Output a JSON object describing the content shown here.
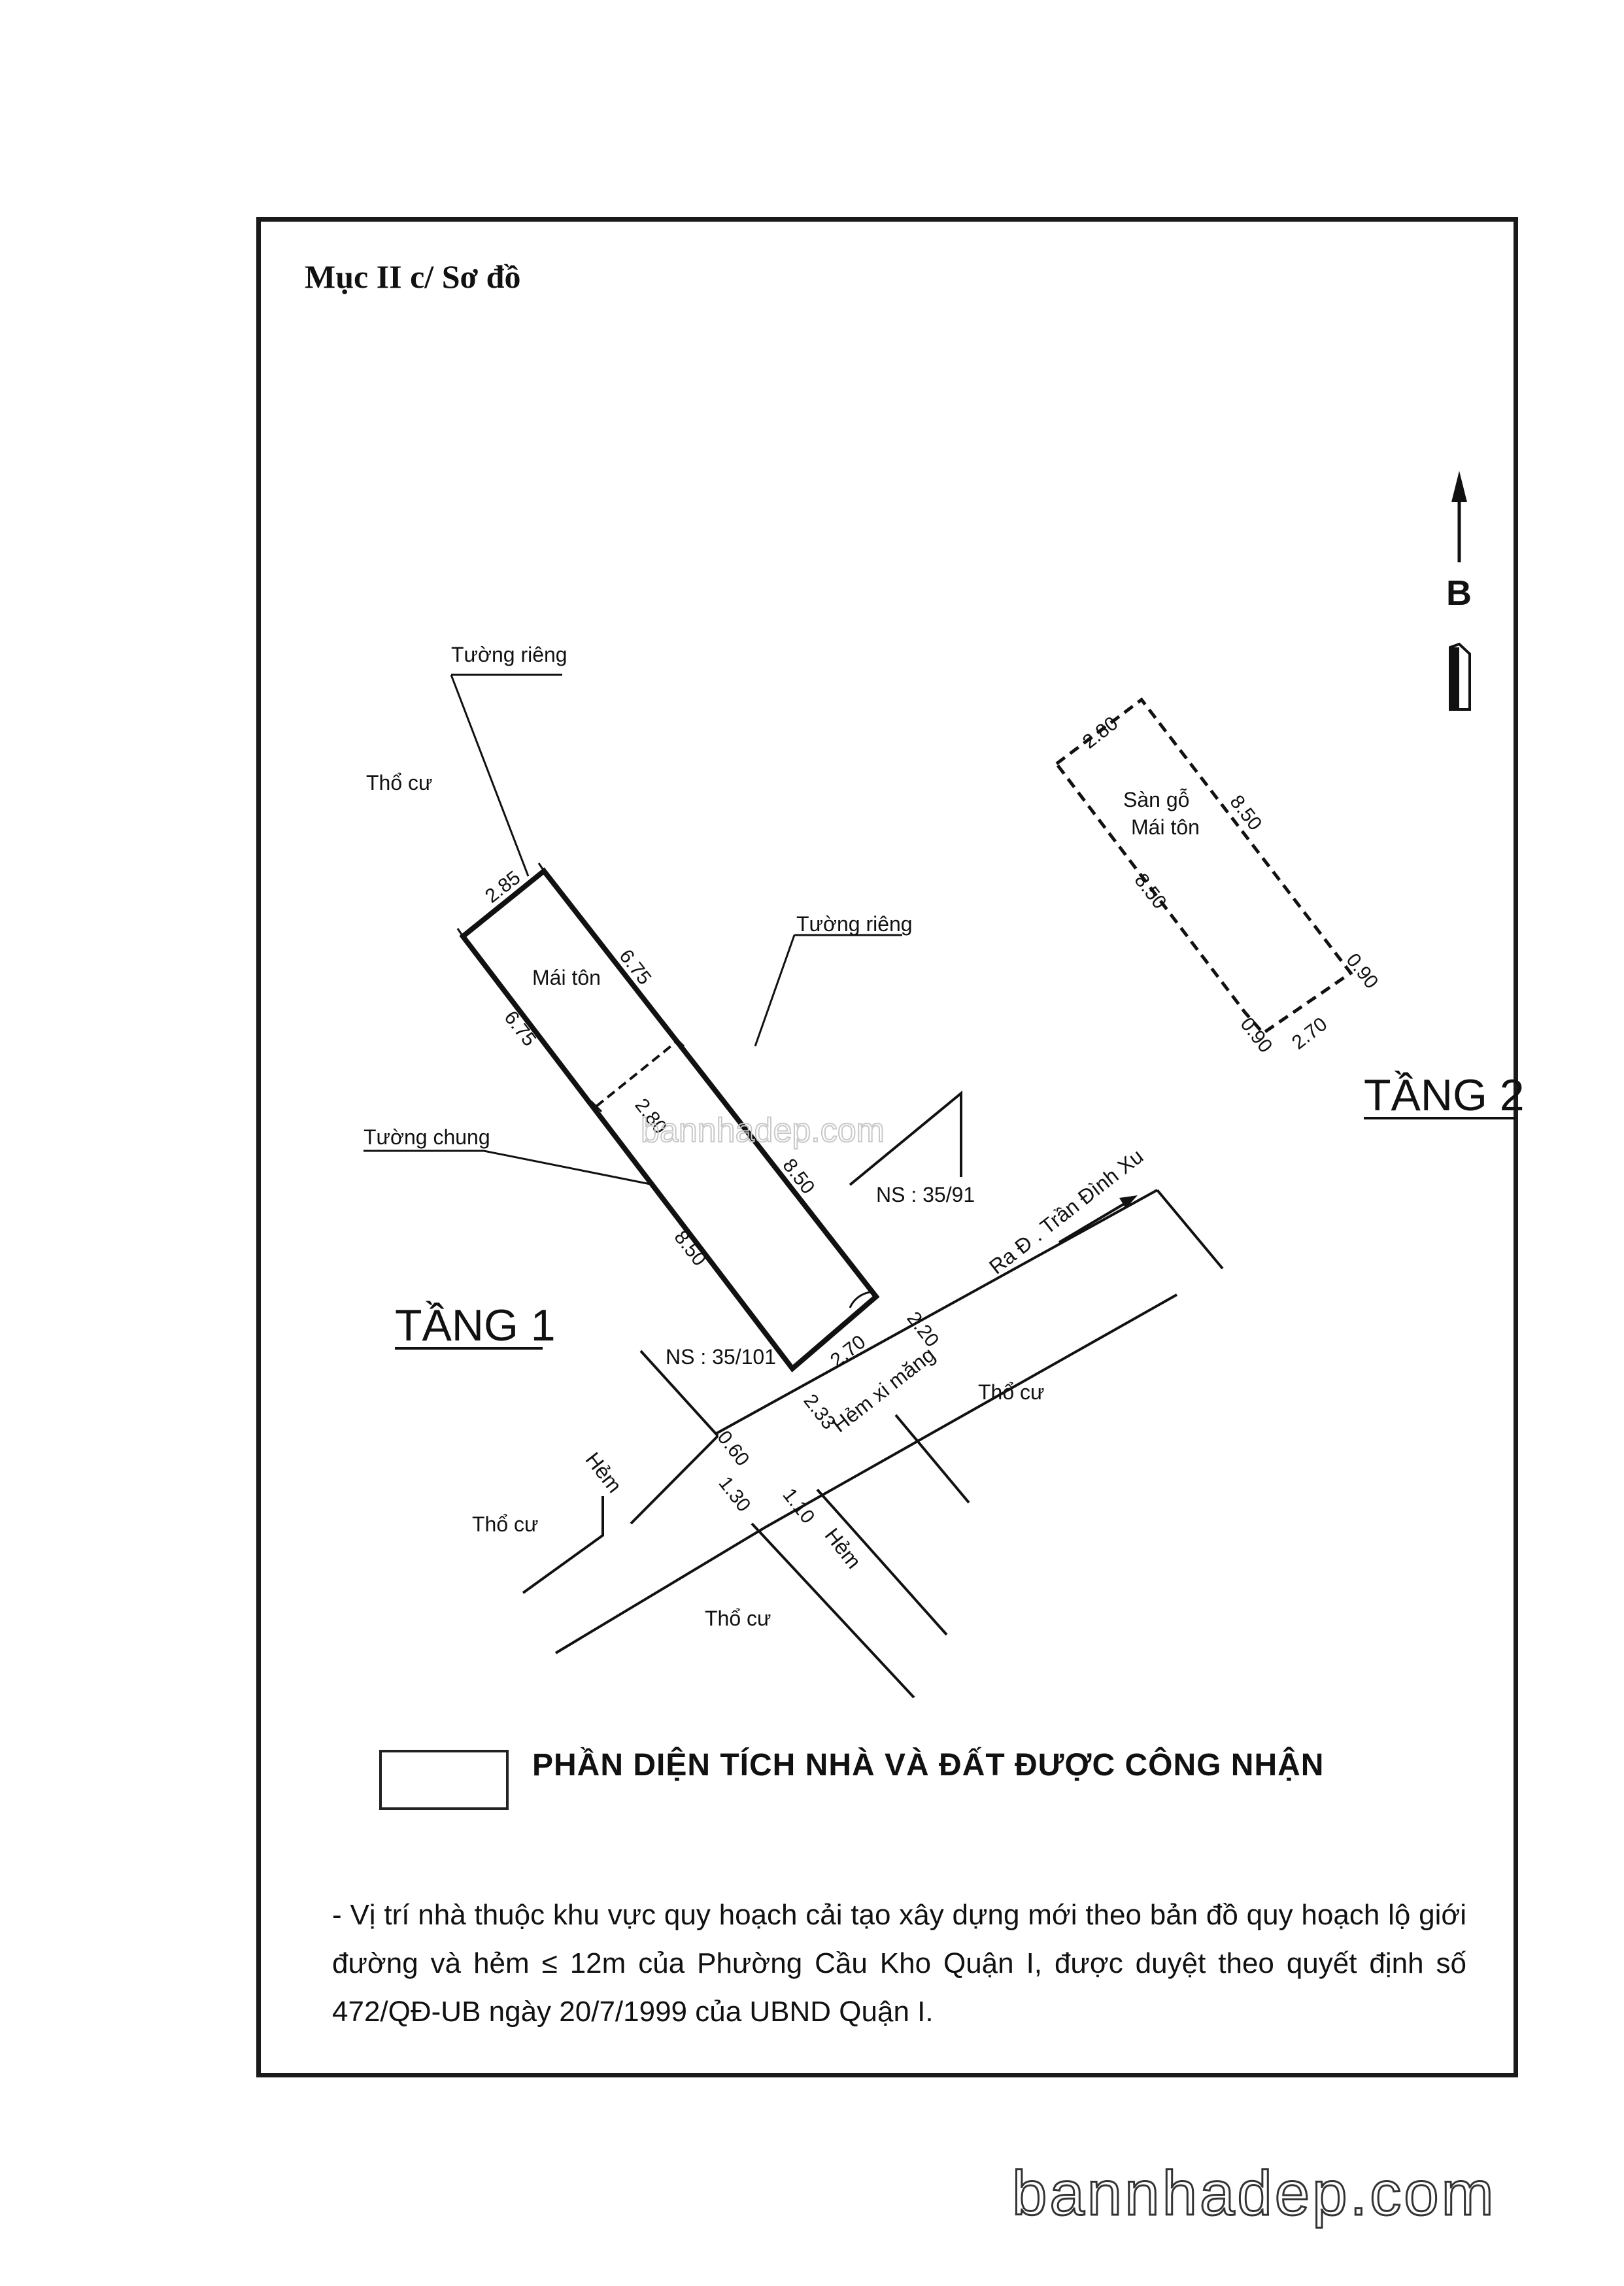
{
  "section_title": "Mục II c/ Sơ đồ",
  "north": {
    "label": "B"
  },
  "floor1": {
    "title": "TẦNG 1",
    "roof_label": "Mái tôn",
    "wall_private_top": "Tường riêng",
    "wall_private_right": "Tường riêng",
    "wall_shared": "Tường chung",
    "house_no_neighbor": "NS : 35/91",
    "house_no_self": "NS : 35/101",
    "dims": {
      "top": "2.85",
      "right_upper": "6.75",
      "left_upper": "6.75",
      "inner": "2.80",
      "right_lower": "8.50",
      "left_lower": "8.50",
      "front": "2.70",
      "alley_a": "2.20",
      "alley_b": "2.33",
      "alley_c": "0.60",
      "alley_d": "1.30",
      "alley_e": "1.10"
    }
  },
  "surroundings": {
    "residential_1": "Thổ cư",
    "residential_2": "Thổ cư",
    "residential_3": "Thổ cư",
    "residential_4": "Thổ cư",
    "street": "Ra Đ . Trần Đình Xu",
    "alley_main": "Hẻm xi măng",
    "alley_left": "Hẻm",
    "alley_right": "Hẻm"
  },
  "floor2": {
    "title": "TẦNG 2",
    "label_line1": "Sàn gỗ",
    "label_line2": "Mái tôn",
    "dims": {
      "top": "2.80",
      "right": "8.50",
      "left": "8.50",
      "corner_right": "0.90",
      "corner_bottom": "0.90",
      "bottom": "2.70"
    }
  },
  "watermark": "bannhadep.com",
  "legend": {
    "text": "PHẦN DIỆN TÍCH NHÀ VÀ ĐẤT ĐƯỢC CÔNG NHẬN"
  },
  "note": "- Vị trí nhà thuộc khu vực quy hoạch cải tạo xây dựng mới theo bản đồ quy hoạch lộ giới đường và hẻm ≤ 12m của Phường Cầu Kho Quận I, được duyệt theo quyết định số 472/QĐ-UB ngày 20/7/1999 của UBND Quận I."
}
